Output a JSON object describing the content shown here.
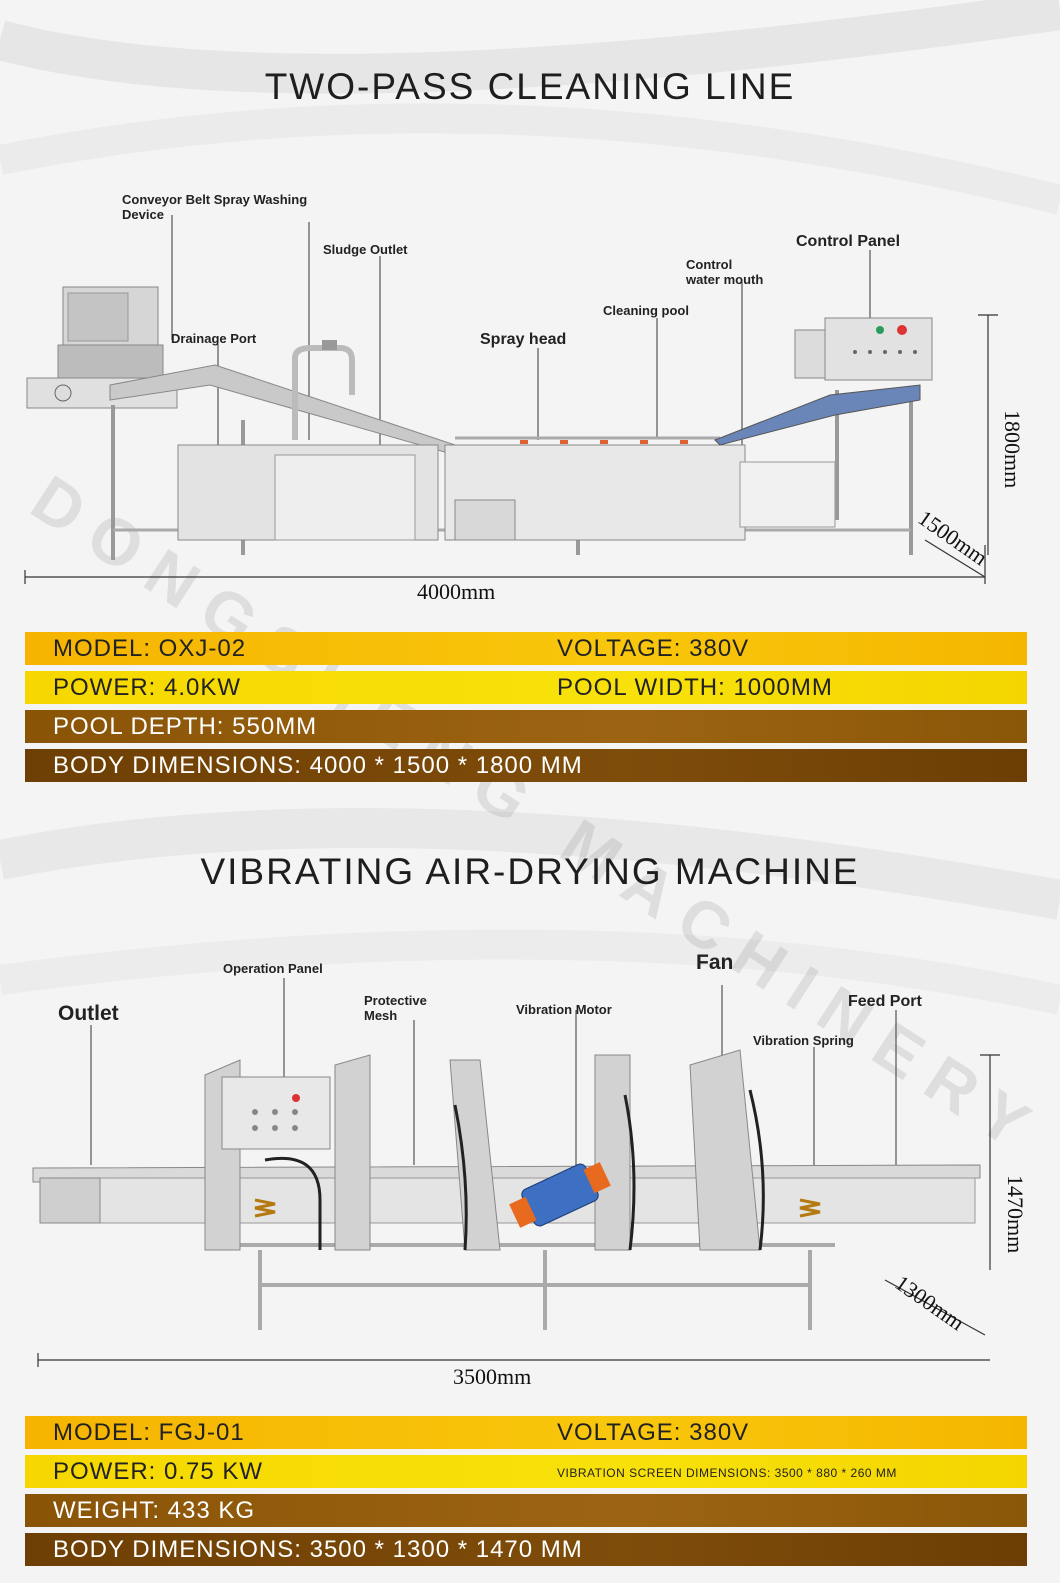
{
  "section1": {
    "title": "TWO-PASS CLEANING LINE",
    "callouts": {
      "conveyor": "Conveyor Belt Spray Washing\nDevice",
      "sludge": "Sludge Outlet",
      "drainage": "Drainage Port",
      "spray": "Spray head",
      "cleaning_pool": "Cleaning pool",
      "control_water": "Control\nwater mouth",
      "control_panel": "Control Panel"
    },
    "dims": {
      "length": "4000mm",
      "width": "1500mm",
      "height": "1800mm"
    },
    "specs": {
      "model": "MODEL: OXJ-02",
      "voltage": "VOLTAGE: 380V",
      "power": "POWER: 4.0KW",
      "pool_width": "POOL WIDTH: 1000MM",
      "pool_depth": "POOL DEPTH: 550MM",
      "body": "BODY DIMENSIONS: 4000 * 1500 * 1800 MM"
    }
  },
  "section2": {
    "title": "VIBRATING AIR-DRYING MACHINE",
    "callouts": {
      "outlet": "Outlet",
      "operation_panel": "Operation Panel",
      "protective_mesh": "Protective\nMesh",
      "vibration_motor": "Vibration Motor",
      "fan": "Fan",
      "feed_port": "Feed Port",
      "vibration_spring": "Vibration Spring"
    },
    "dims": {
      "length": "3500mm",
      "width": "1300mm",
      "height": "1470mm"
    },
    "specs": {
      "model": "MODEL: FGJ-01",
      "voltage": "VOLTAGE: 380V",
      "power": "POWER: 0.75 KW",
      "screen": "VIBRATION SCREEN DIMENSIONS: 3500 * 880 * 260 MM",
      "weight": "WEIGHT: 433 KG",
      "body": "BODY DIMENSIONS: 3500 * 1300 * 1470 MM"
    }
  },
  "watermark": "DONGSHENG MACHINERY"
}
